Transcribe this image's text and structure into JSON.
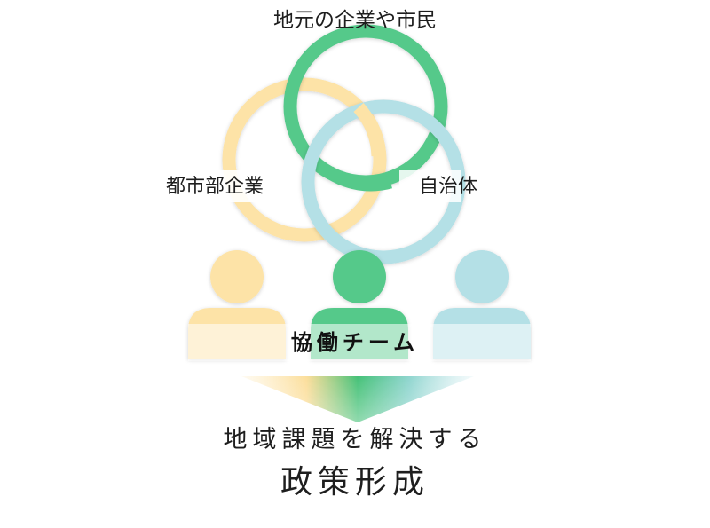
{
  "partners": {
    "local": "地元の企業や市民",
    "corporate": "都市部企業",
    "municipality": "自治体"
  },
  "team_label": "協働チーム",
  "outcome": {
    "line1": "地域課題を解決する",
    "line2": "政策形成"
  },
  "colors": {
    "yellow": "#fde3a7",
    "green": "#55c98a",
    "blue": "#b4e0e6",
    "text": "#1e1e1e"
  }
}
